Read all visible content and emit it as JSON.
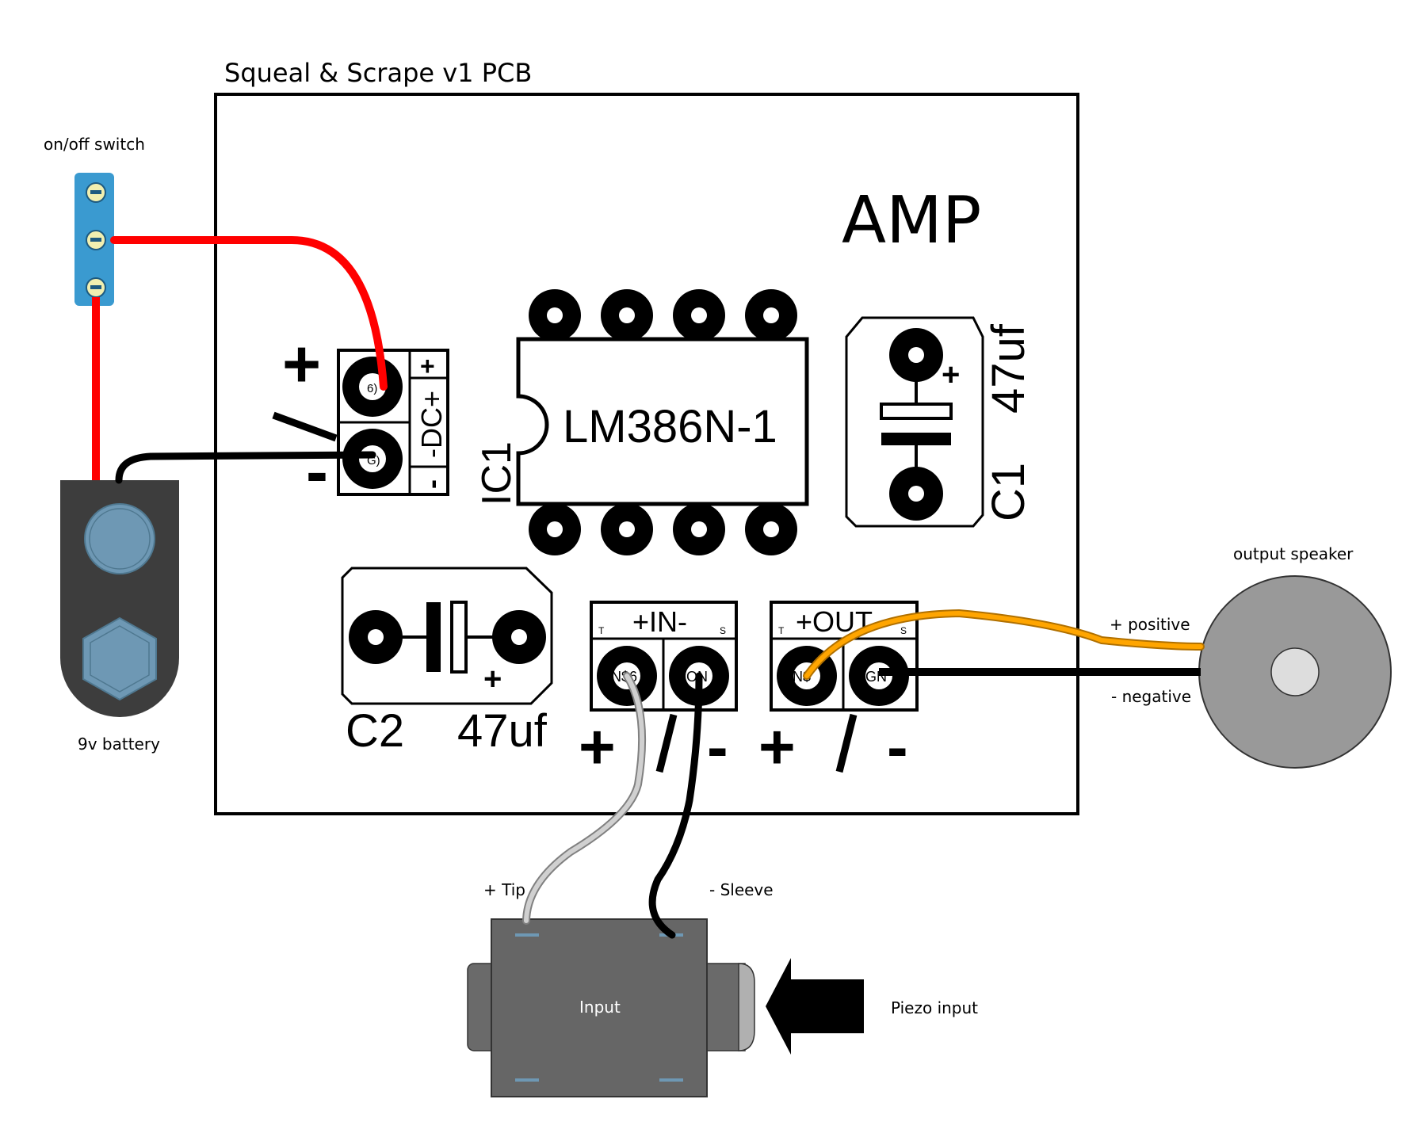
{
  "labels": {
    "pcb_title": "Squeal & Scrape v1 PCB",
    "amp": "AMP",
    "ic_name": "LM386N-1",
    "ic_ref": "IC1",
    "c1_ref": "C1",
    "c1_value": "47uf",
    "c2_ref": "C2",
    "c2_value": "47uf",
    "power_plus": "+",
    "power_slash": "/",
    "power_minus": "-",
    "dc_header": "-DC+",
    "dc_plus": "+",
    "dc_minus": "-",
    "dc_pad_top": "6)",
    "dc_pad_bottom": "G)",
    "cap_plus": "+",
    "in_header": "+IN-",
    "out_header": "+OUT",
    "t_marker": "T",
    "s_marker": "S",
    "in_pad_left": "N$6",
    "in_pad_right": "ON",
    "out_pad_left": "N$",
    "out_pad_right": "GN",
    "bottom_plus": "+",
    "bottom_slash": "/",
    "bottom_minus": "-",
    "switch_label": "on/off switch",
    "battery_label": "9v battery",
    "speaker_label": "output speaker",
    "positive_label": "+ positive",
    "negative_label": "- negative",
    "tip_label": "+ Tip",
    "sleeve_label": "- Sleeve",
    "jack_label": "Input",
    "piezo_label": "Piezo input"
  },
  "colors": {
    "red_wire": "#ff0000",
    "black_wire": "#000000",
    "orange_wire": "#ffa500",
    "grey_wire": "#d0d0d0",
    "switch_blue": "#3a9ad0",
    "battery_body": "#3d3d3d",
    "battery_terminal": "#6e98b4",
    "speaker_grey": "#999999",
    "jack_grey": "#666666"
  }
}
